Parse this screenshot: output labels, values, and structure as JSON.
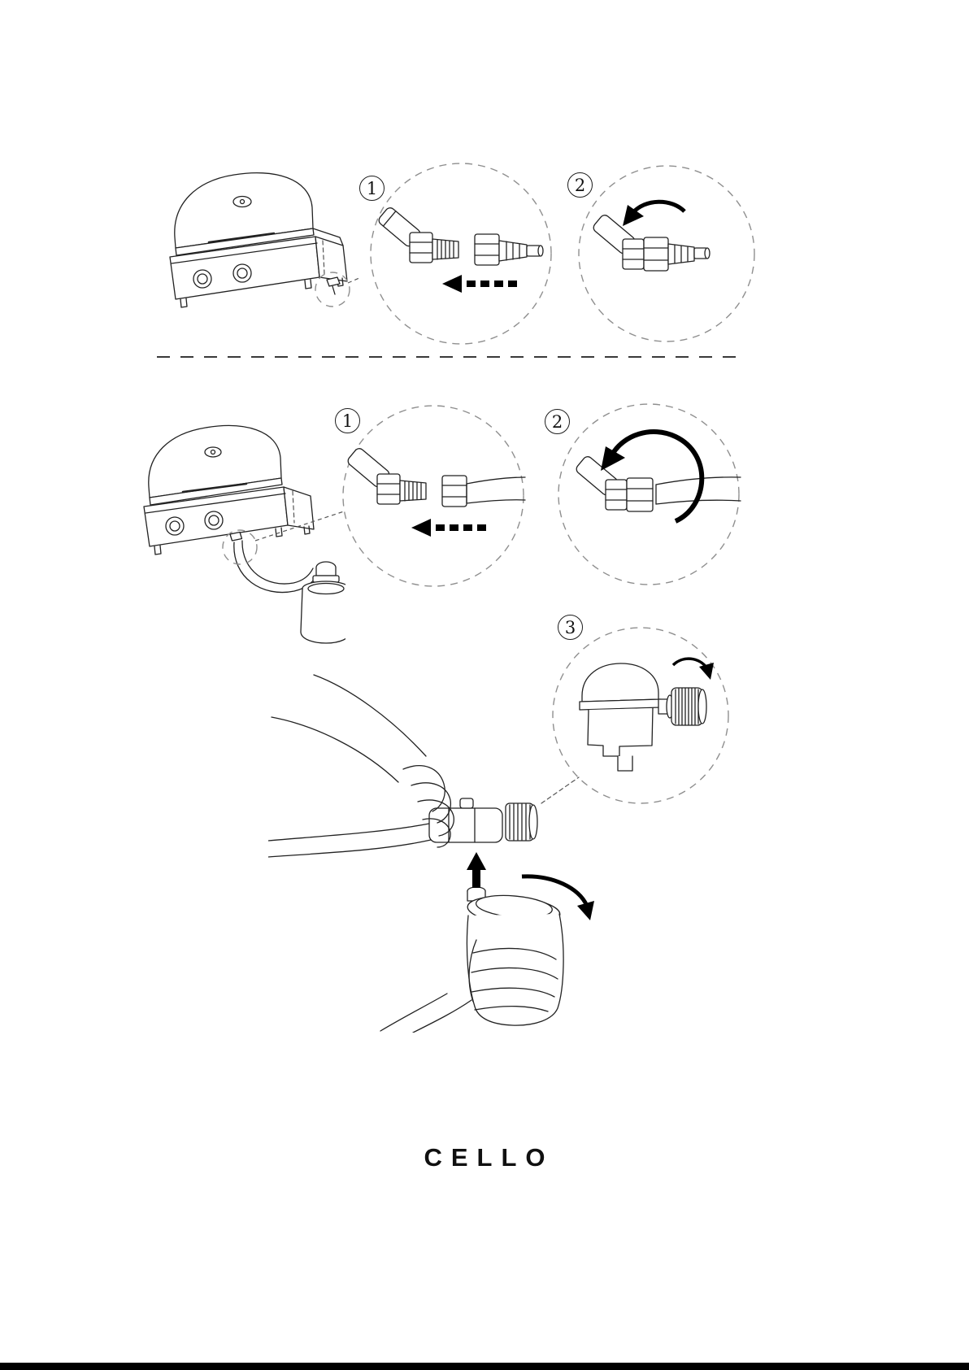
{
  "colors": {
    "ink": "#222222",
    "dashed_guides": "#8f8f8f",
    "arrow": "#000000",
    "footer_bar": "#000000",
    "background": "#ffffff"
  },
  "brand": {
    "logo": "CELLO"
  },
  "sections": {
    "hose_connection": {
      "steps": [
        {
          "number": "1"
        },
        {
          "number": "2"
        }
      ]
    },
    "cartridge_connection": {
      "steps": [
        {
          "number": "1"
        },
        {
          "number": "2"
        },
        {
          "number": "3"
        }
      ]
    }
  }
}
